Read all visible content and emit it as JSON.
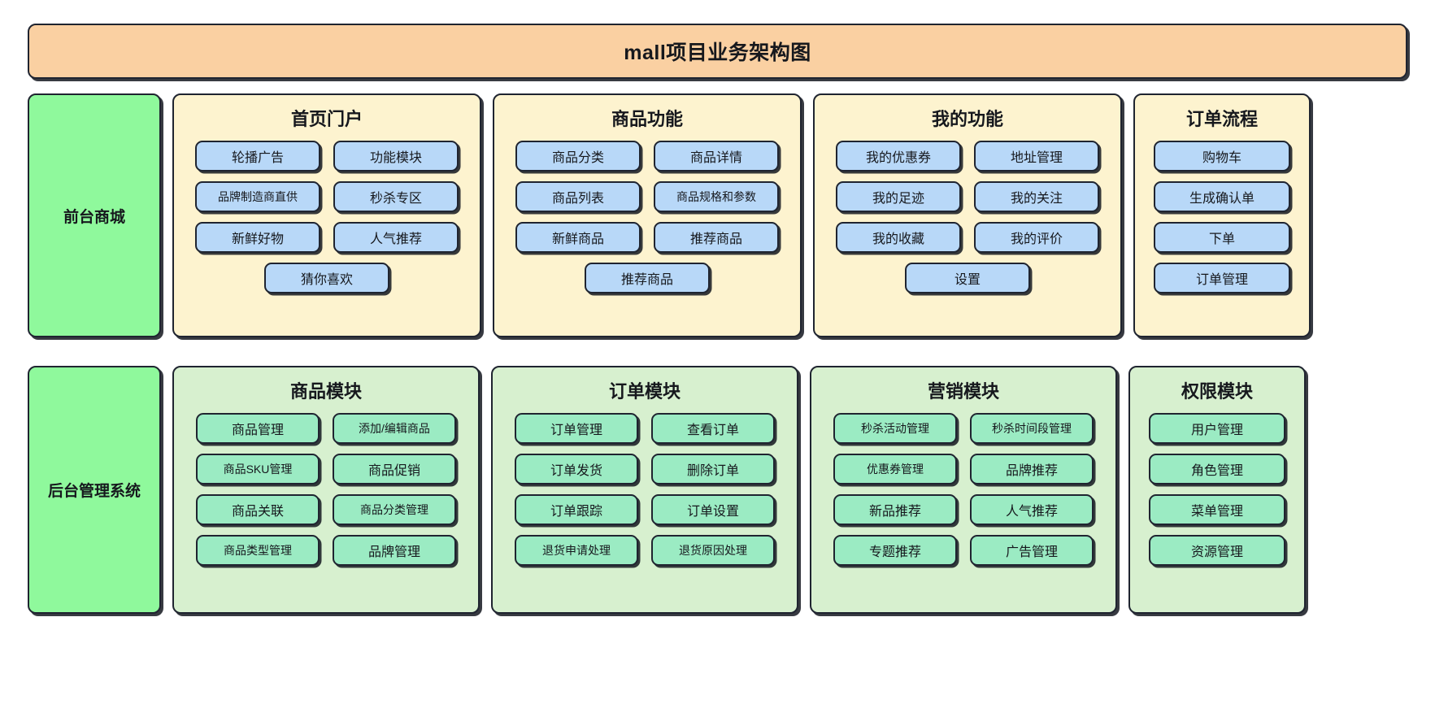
{
  "diagram": {
    "title": "mall项目业务架构图",
    "rows": [
      {
        "side_label": "前台商城",
        "groups": [
          {
            "title": "首页门户",
            "items": [
              "轮播广告",
              "功能模块",
              "品牌制造商直供",
              "秒杀专区",
              "新鲜好物",
              "人气推荐",
              "猜你喜欢"
            ]
          },
          {
            "title": "商品功能",
            "items": [
              "商品分类",
              "商品详情",
              "商品列表",
              "商品规格和参数",
              "新鲜商品",
              "推荐商品",
              "推荐商品"
            ]
          },
          {
            "title": "我的功能",
            "items": [
              "我的优惠券",
              "地址管理",
              "我的足迹",
              "我的关注",
              "我的收藏",
              "我的评价",
              "设置"
            ]
          },
          {
            "title": "订单流程",
            "items": [
              "购物车",
              "生成确认单",
              "下单",
              "订单管理"
            ]
          }
        ]
      },
      {
        "side_label": "后台管理系统",
        "groups": [
          {
            "title": "商品模块",
            "items": [
              "商品管理",
              "添加/编辑商品",
              "商品SKU管理",
              "商品促销",
              "商品关联",
              "商品分类管理",
              "商品类型管理",
              "品牌管理"
            ]
          },
          {
            "title": "订单模块",
            "items": [
              "订单管理",
              "查看订单",
              "订单发货",
              "删除订单",
              "订单跟踪",
              "订单设置",
              "退货申请处理",
              "退货原因处理"
            ]
          },
          {
            "title": "营销模块",
            "items": [
              "秒杀活动管理",
              "秒杀时间段管理",
              "优惠券管理",
              "品牌推荐",
              "新品推荐",
              "人气推荐",
              "专题推荐",
              "广告管理"
            ]
          },
          {
            "title": "权限模块",
            "items": [
              "用户管理",
              "角色管理",
              "菜单管理",
              "资源管理"
            ]
          }
        ]
      }
    ],
    "colors": {
      "title_banner": "#fad0a2",
      "side_label": "#8ff99c",
      "front_group": "#fdf3cf",
      "front_item": "#b8d8f8",
      "admin_group": "#d7f0cf",
      "admin_item": "#9bebc3",
      "border": "#1f2430",
      "background": "#ffffff"
    }
  }
}
